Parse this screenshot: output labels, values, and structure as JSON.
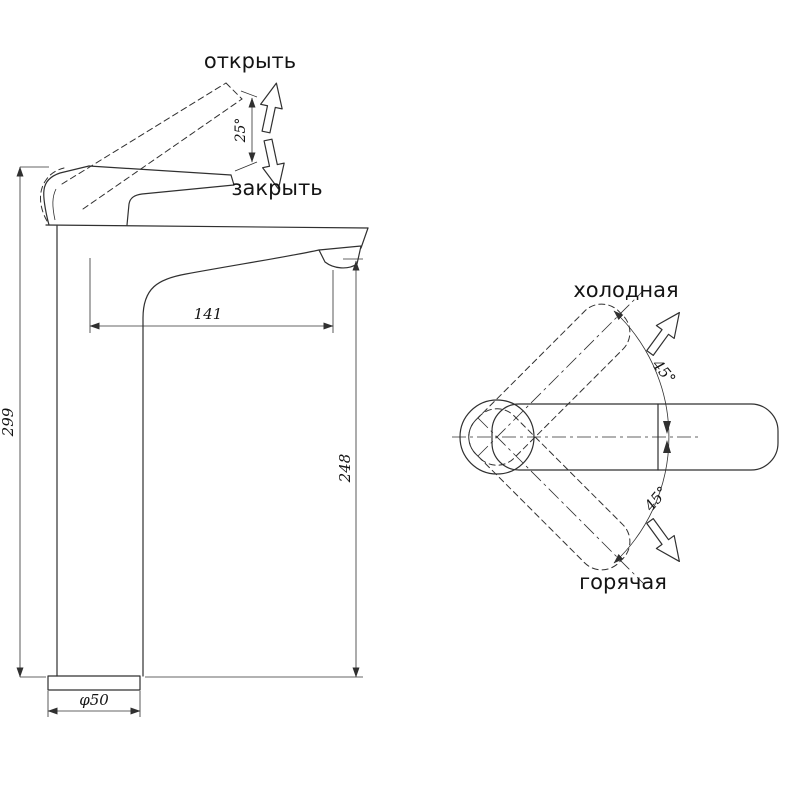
{
  "drawing": {
    "side_view": {
      "label_open": "открыть",
      "label_close": "закрыть",
      "dim_handle_angle": "25°",
      "dim_spout_reach": "141",
      "dim_total_height": "299",
      "dim_spout_height": "248",
      "dim_base_diameter": "φ50"
    },
    "top_view": {
      "label_cold": "холодная",
      "label_hot": "горячая",
      "dim_rotation_cold": "45°",
      "dim_rotation_hot": "45°"
    }
  },
  "colors": {
    "line": "#303030",
    "background": "#ffffff"
  }
}
